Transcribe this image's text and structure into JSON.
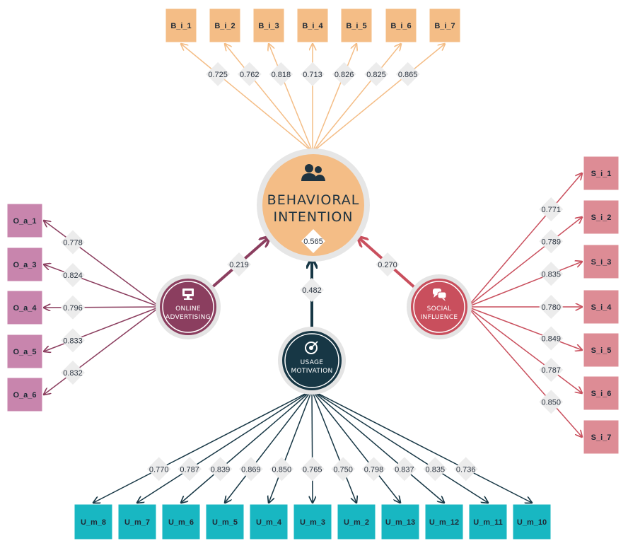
{
  "colors": {
    "behavioral": "#f4bd86",
    "behavioral_border": "#f1c193",
    "online": "#8b3e5f",
    "social": "#c94f5d",
    "usage": "#173745",
    "online_ind": "#c885ad",
    "social_ind": "#dd8c95",
    "usage_ind": "#18b7c2",
    "diamond": "#ececec"
  },
  "constructs": {
    "behavioral_intention": {
      "line1": "BEHAVIORAL",
      "line2": "INTENTION",
      "r2": "0.565",
      "icon": "people-icon"
    },
    "online_advertising": {
      "line1": "ONLINE",
      "line2": "ADVERTISING",
      "icon": "monitor-icon"
    },
    "social_influence": {
      "line1": "SOCIAL",
      "line2": "INFLUENCE",
      "icon": "chat-icon"
    },
    "usage_motivation": {
      "line1": "USAGE",
      "line2": "MOTIVATION",
      "icon": "target-icon"
    }
  },
  "paths": {
    "online_to_bi": "0.219",
    "social_to_bi": "0.270",
    "usage_to_bi": "0.482"
  },
  "indicators": {
    "behavioral": [
      {
        "label": "B_i_1",
        "loading": "0.725"
      },
      {
        "label": "B_i_2",
        "loading": "0.762"
      },
      {
        "label": "B_i_3",
        "loading": "0.818"
      },
      {
        "label": "B_i_4",
        "loading": "0.713"
      },
      {
        "label": "B_i_5",
        "loading": "0.826"
      },
      {
        "label": "B_i_6",
        "loading": "0.825"
      },
      {
        "label": "B_i_7",
        "loading": "0.865"
      }
    ],
    "online": [
      {
        "label": "O_a_1",
        "loading": "0.778"
      },
      {
        "label": "O_a_3",
        "loading": "0.824"
      },
      {
        "label": "O_a_4",
        "loading": "0.796"
      },
      {
        "label": "O_a_5",
        "loading": "0.833"
      },
      {
        "label": "O_a_6",
        "loading": "0.832"
      }
    ],
    "social": [
      {
        "label": "S_i_1",
        "loading": "0.771"
      },
      {
        "label": "S_i_2",
        "loading": "0.789"
      },
      {
        "label": "S_i_3",
        "loading": "0.835"
      },
      {
        "label": "S_i_4",
        "loading": "0.780"
      },
      {
        "label": "S_i_5",
        "loading": "0.849"
      },
      {
        "label": "S_i_6",
        "loading": "0.787"
      },
      {
        "label": "S_i_7",
        "loading": "0.850"
      }
    ],
    "usage": [
      {
        "label": "U_m_8",
        "loading": "0.770"
      },
      {
        "label": "U_m_7",
        "loading": "0.787"
      },
      {
        "label": "U_m_6",
        "loading": "0.839"
      },
      {
        "label": "U_m_5",
        "loading": "0.869"
      },
      {
        "label": "U_m_4",
        "loading": "0.850"
      },
      {
        "label": "U_m_3",
        "loading": "0.765"
      },
      {
        "label": "U_m_2",
        "loading": "0.750"
      },
      {
        "label": "U_m_13",
        "loading": "0.798"
      },
      {
        "label": "U_m_12",
        "loading": "0.837"
      },
      {
        "label": "U_m_11",
        "loading": "0.835"
      },
      {
        "label": "U_m_10",
        "loading": "0.736"
      }
    ]
  }
}
